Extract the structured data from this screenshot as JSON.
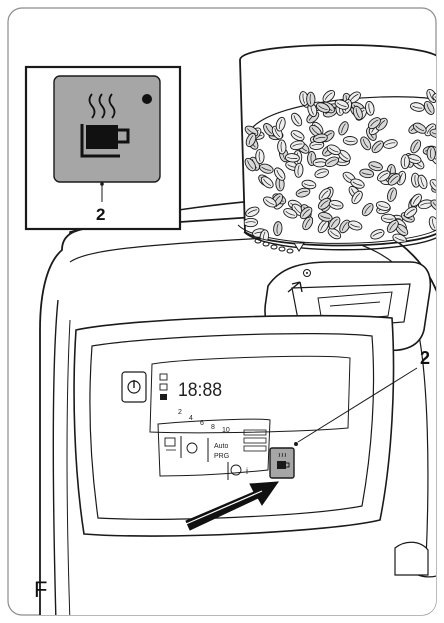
{
  "figure": {
    "letter": "F",
    "callout_label": "2",
    "inset_label": "2"
  },
  "display": {
    "digits": "18:88",
    "numbers": [
      "2",
      "4",
      "6",
      "8",
      "10"
    ]
  },
  "panel": {
    "auto_label_line1": "Auto",
    "auto_label_line2": "PRG",
    "info_icon": "i",
    "power_icon": "power-icon",
    "cup_icon": "coffee-cup-icon"
  },
  "colors": {
    "button_fill": "#a6a6a6",
    "line": "#1a1a1a",
    "bean_fill": "#d9d9d9",
    "page": "#ffffff"
  }
}
